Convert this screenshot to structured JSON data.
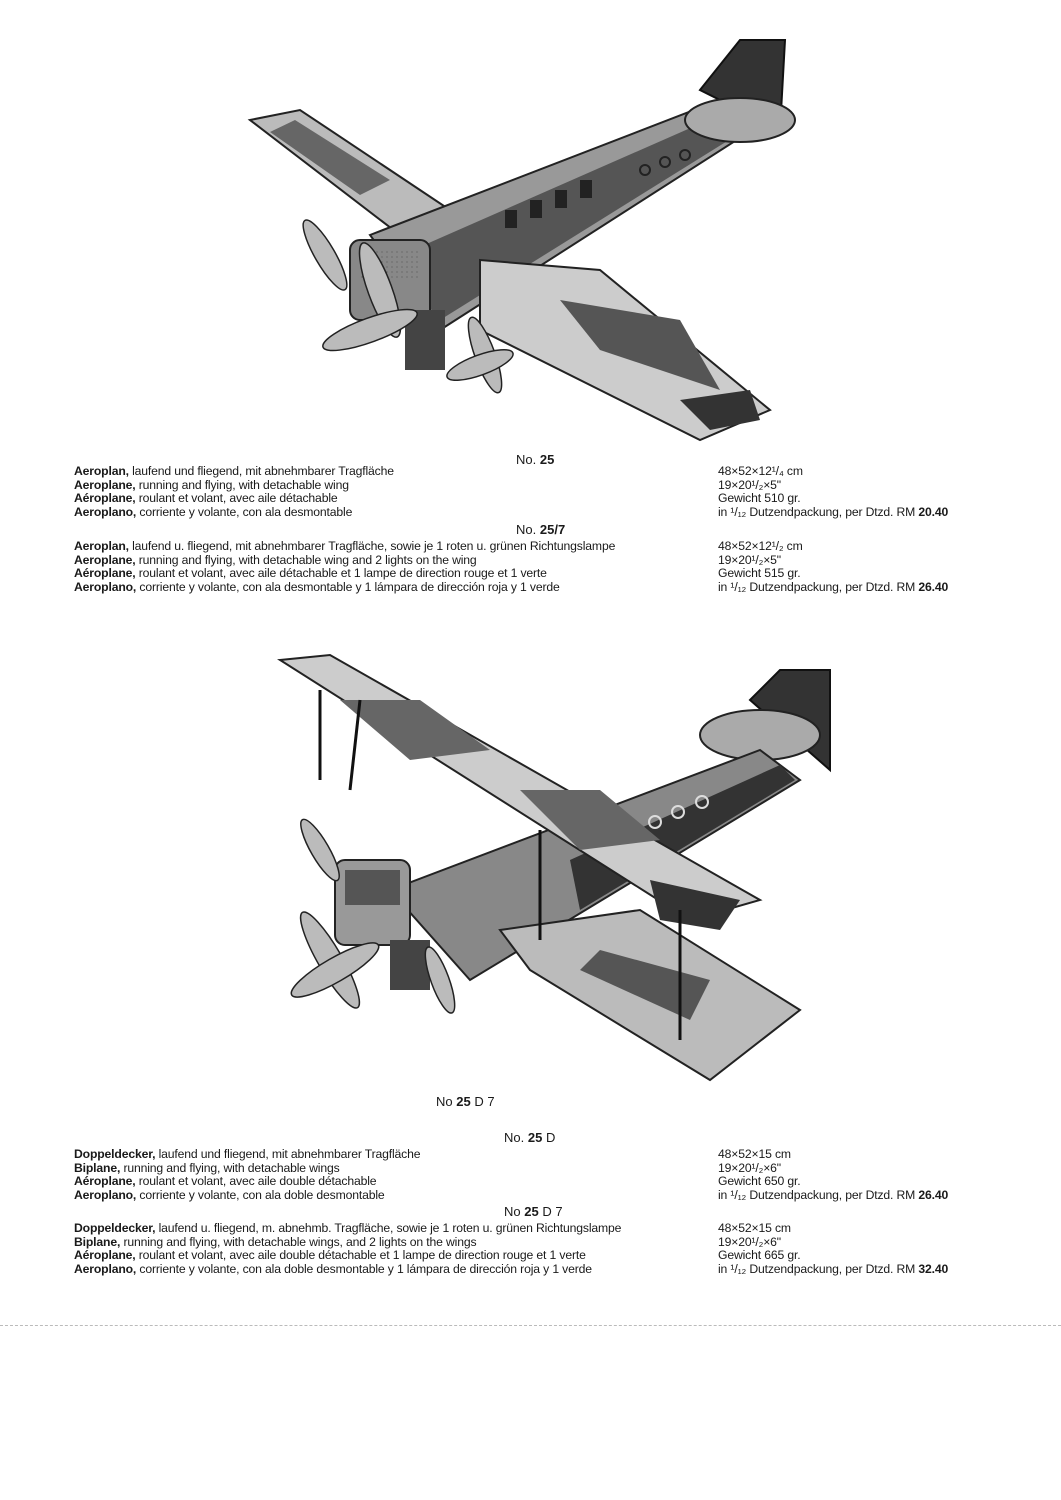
{
  "products": [
    {
      "number_prefix": "No.",
      "number": "25",
      "suffix": "",
      "lines": [
        {
          "name": "Aeroplan,",
          "text": " laufend und fliegend, mit abnehmbarer Tragfläche",
          "spec": "48×52×12¹/₄ cm"
        },
        {
          "name": "Aeroplane,",
          "text": " running and flying, with detachable wing",
          "spec": "19×20¹/₂×5\""
        },
        {
          "name": "Aéroplane,",
          "text": " roulant et volant, avec aile détachable",
          "spec": "Gewicht 510 gr."
        },
        {
          "name": "Aeroplano,",
          "text": " corriente y volante, con ala desmontable",
          "spec": "in ¹/₁₂ Dutzendpackung, per Dtzd. RM ",
          "price": "20.40"
        }
      ]
    },
    {
      "number_prefix": "No.",
      "number": "25",
      "suffix": "/7",
      "lines": [
        {
          "name": "Aeroplan,",
          "text": " laufend u. fliegend, mit abnehmbarer Tragfläche, sowie je 1 roten u. grünen Richtungslampe",
          "spec": "48×52×12¹/₂ cm"
        },
        {
          "name": "Aeroplane,",
          "text": " running and flying, with detachable wing and 2 lights on the wing",
          "spec": "19×20¹/₂×5\""
        },
        {
          "name": "Aéroplane,",
          "text": " roulant et volant, avec aile détachable et 1 lampe de direction rouge et 1 verte",
          "spec": "Gewicht 515 gr."
        },
        {
          "name": "Aeroplano,",
          "text": " corriente y volante, con ala desmontable y 1 lámpara de dirección roja y 1 verde",
          "spec": "in ¹/₁₂ Dutzendpackung, per Dtzd. RM ",
          "price": "26.40"
        }
      ]
    },
    {
      "number_prefix": "No.",
      "number": "25",
      "suffix": " D",
      "lines": [
        {
          "name": "Doppeldecker,",
          "text": " laufend und fliegend, mit abnehmbarer Tragfläche",
          "spec": "48×52×15 cm"
        },
        {
          "name": "Biplane,",
          "text": " running and flying, with detachable wings",
          "spec": "19×20¹/₂×6\""
        },
        {
          "name": "Aéroplane,",
          "text": " roulant et volant, avec aile double détachable",
          "spec": "Gewicht 650 gr."
        },
        {
          "name": "Aeroplano,",
          "text": " corriente y volante, con ala doble desmontable",
          "spec": "in ¹/₁₂ Dutzendpackung, per Dtzd. RM ",
          "price": "26.40"
        }
      ]
    },
    {
      "number_prefix": "No",
      "number": "25",
      "suffix": " D 7",
      "lines": [
        {
          "name": "Doppeldecker,",
          "text": " laufend u. fliegend, m. abnehmb. Tragfläche, sowie je 1 roten u. grünen Richtungslampe",
          "spec": "48×52×15 cm"
        },
        {
          "name": "Biplane,",
          "text": " running and flying, with detachable wings, and 2 lights on the wings",
          "spec": "19×20¹/₂×6\""
        },
        {
          "name": "Aéroplane,",
          "text": " roulant et volant, avec aile double détachable et 1 lampe de direction rouge et 1 verte",
          "spec": "Gewicht 665 gr."
        },
        {
          "name": "Aeroplano,",
          "text": " corriente y volante, con ala doble desmontable y 1 lámpara de dirección roja y 1 verde",
          "spec": "in ¹/₁₂ Dutzendpackung, per Dtzd. RM ",
          "price": "32.40"
        }
      ]
    }
  ],
  "biplane_caption": {
    "prefix": "No",
    "number": "25",
    "suffix": " D 7"
  }
}
